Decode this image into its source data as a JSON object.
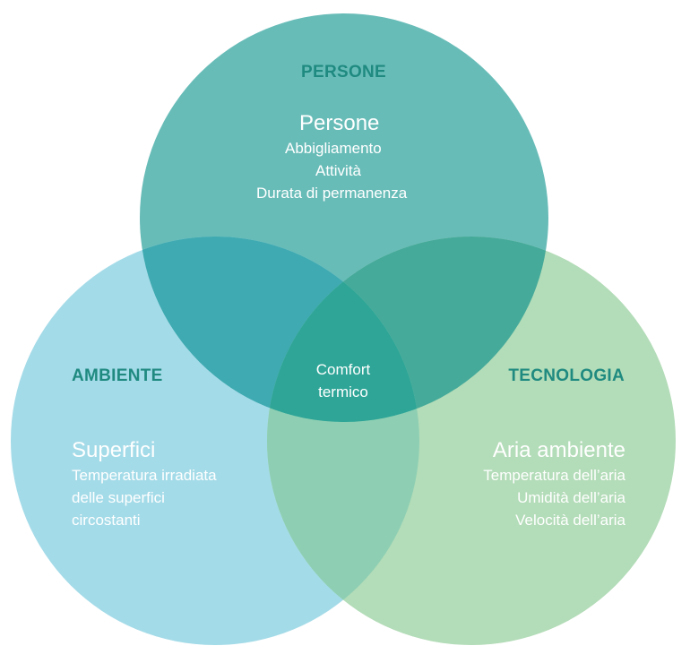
{
  "colors": {
    "persone": "#68bcb8",
    "ambiente": "#a4dbe8",
    "tecnologia": "#b3dcb8",
    "overlap_persone_ambiente": "#3faab1",
    "overlap_persone_tecnologia": "#45aa9a",
    "overlap_ambiente_tecnologia": "#8ecfb3",
    "overlap_center": "#2ea597",
    "category_text": "#1f8a80"
  },
  "persone": {
    "category": "PERSONE",
    "heading": "Persone",
    "items": [
      "Abbigliamento",
      "Attività",
      "Durata di permanenza"
    ]
  },
  "ambiente": {
    "category": "AMBIENTE",
    "heading": "Superfici",
    "items": [
      "Temperatura irradiata",
      "delle superfici",
      "circostanti"
    ]
  },
  "tecnologia": {
    "category": "TECNOLOGIA",
    "heading": "Aria ambiente",
    "items": [
      "Temperatura dell’aria",
      "Umidità dell’aria",
      "Velocità dell’aria"
    ]
  },
  "center": {
    "line1": "Comfort",
    "line2": "termico"
  }
}
